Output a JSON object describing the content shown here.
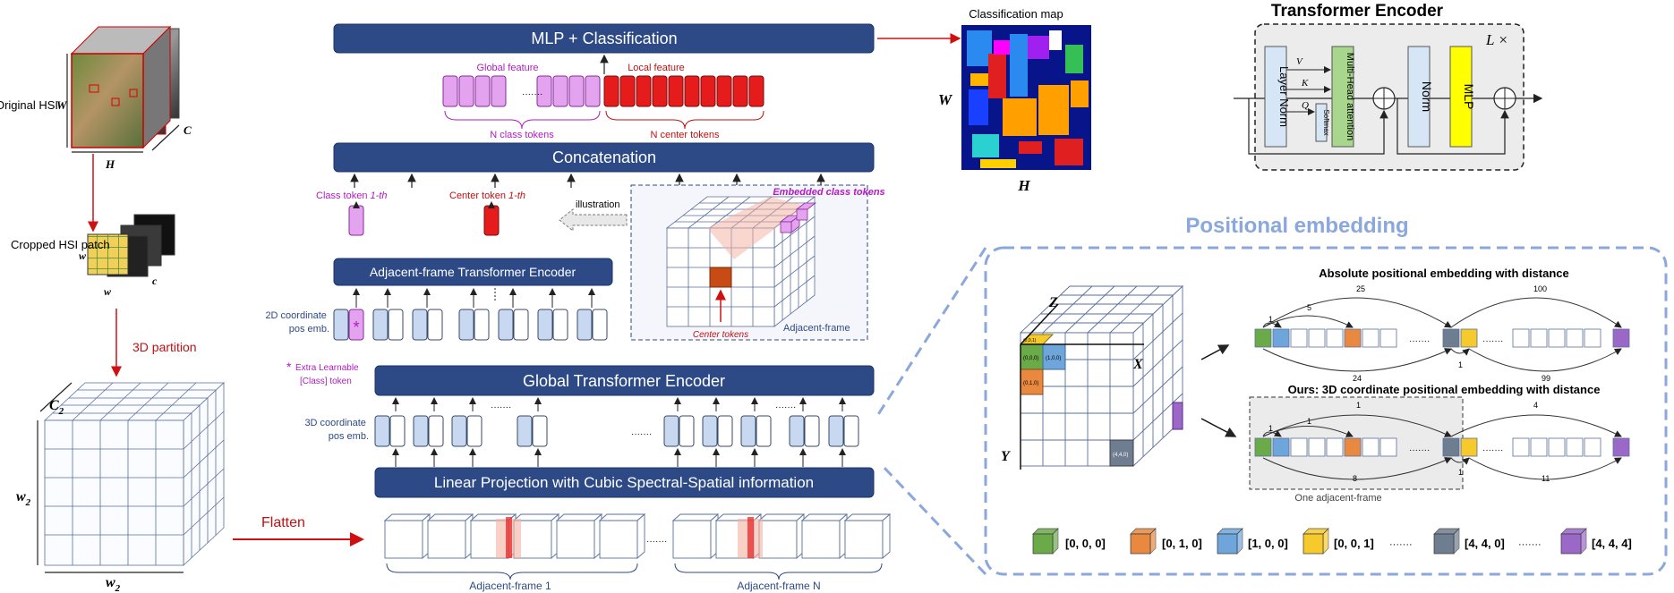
{
  "colors": {
    "navy": "#2d4a86",
    "pink": "#d986e8",
    "red": "#e61c1c",
    "token_blue": "#c7d8f0",
    "dash_blue": "#8ba8dc",
    "grey_box": "#ebebeb",
    "green": "#6aaa49",
    "orange": "#e8893f",
    "blue": "#6ea6db",
    "yellow": "#f6c92c",
    "slate": "#6f7d90",
    "purple": "#9b68c8"
  },
  "left": {
    "original_hsi": "Original HSI",
    "dim_w": "W",
    "dim_h": "H",
    "dim_c": "C",
    "cropped_patch": "Cropped HSI patch",
    "patch_w_left": "w",
    "patch_w_bottom": "w",
    "patch_c": "c",
    "partition": "3D partition",
    "cube_c2": "C",
    "cube_c2_sub": "2",
    "cube_w2_left": "w",
    "cube_w2_left_sub": "2",
    "cube_w2_bottom": "w",
    "cube_w2_bottom_sub": "2",
    "flatten": "Flatten"
  },
  "center": {
    "mlp": "MLP + Classification",
    "global_feature": "Global feature",
    "local_feature": "Local feature",
    "ellipsis": "·······",
    "n_class_tokens": "N class tokens",
    "n_center_tokens": "N center tokens",
    "concatenation": "Concatenation",
    "class_token_label": "Class token ",
    "class_token_italic": "1-th",
    "center_token_label": "Center token ",
    "center_token_italic": "1-th",
    "illustration": "illustration",
    "embedded_class_tokens": "Embedded class tokens",
    "adjacent_frame_small": "Adjacent-frame",
    "center_tokens": "Center tokens",
    "adj_encoder": "Adjacent-frame Transformer Encoder",
    "pos2d_line1": "2D coordinate",
    "pos2d_line2": "pos emb.",
    "star": "*",
    "extra_line1": "Extra Learnable",
    "extra_line2": "[Class] token",
    "global_encoder": "Global Transformer Encoder",
    "pos3d_line1": "3D coordinate",
    "pos3d_line2": "pos emb.",
    "linear_proj": "Linear Projection with Cubic Spectral-Spatial information",
    "adj_frame_1": "Adjacent-frame 1",
    "adj_frame_n": "Adjacent-frame N"
  },
  "classmap": {
    "title": "Classification map",
    "w": "W",
    "h": "H"
  },
  "encoder": {
    "title": "Transformer Encoder",
    "repeat": "L ×",
    "layer_norm": "Layer Norm",
    "v": "V",
    "k": "K",
    "q": "Q",
    "softmax": "Softmax",
    "mha": "Multi-Head attention",
    "norm": "Norm",
    "mlp": "MLP"
  },
  "posemb": {
    "title": "Positional embedding",
    "axis_z": "Z",
    "axis_x": "X",
    "axis_y": "Y",
    "cube_lbl_a": "(0,0,1)",
    "cube_lbl_b": "(0,0,0)",
    "cube_lbl_c": "(1,0,0)",
    "cube_lbl_d": "(0,1,0)",
    "cube_lbl_e": "(4,4,0)",
    "absolute_title": "Absolute positional embedding with distance",
    "abs_25": "25",
    "abs_100": "100",
    "abs_5": "5",
    "abs_1a": "1",
    "abs_24": "24",
    "abs_1b": "1",
    "abs_99": "99",
    "ours_title": "Ours: 3D coordinate positional embedding with distance",
    "ours_1top": "1",
    "ours_4": "4",
    "ours_1a": "1",
    "ours_1b": "1",
    "ours_8": "8",
    "ours_11": "11",
    "ours_1c": "1",
    "dots": "·······",
    "one_adjacent": "One adjacent-frame",
    "legend": [
      {
        "label": "[0, 0, 0]",
        "color": "#6aaa49"
      },
      {
        "label": "[0, 1, 0]",
        "color": "#e8893f"
      },
      {
        "label": "[1, 0, 0]",
        "color": "#6ea6db"
      },
      {
        "label": "[0, 0, 1]",
        "color": "#f6c92c"
      },
      {
        "label": "[4, 4, 0]",
        "color": "#6f7d90"
      },
      {
        "label": "[4, 4, 4]",
        "color": "#9b68c8"
      }
    ]
  }
}
